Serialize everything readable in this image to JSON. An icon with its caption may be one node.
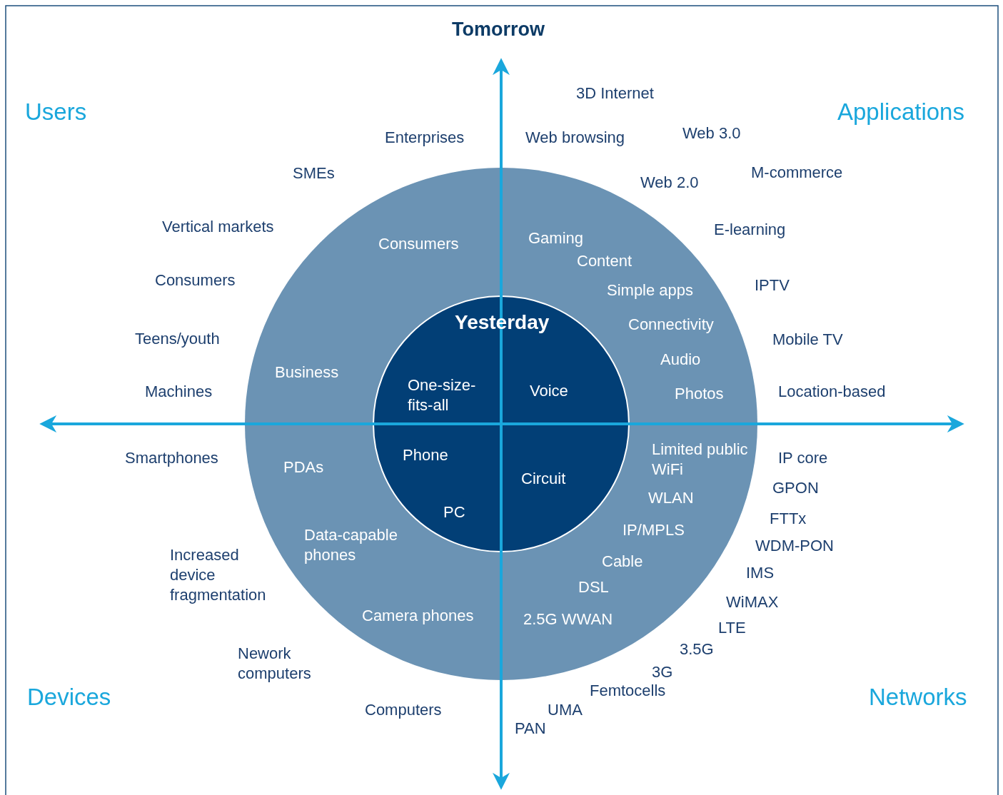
{
  "diagram": {
    "nodes": [
      {
        "text": [
          "Consumers",
          "Gaming",
          "Content",
          "Simple apps",
          "Connectivity",
          "Audio",
          "Business",
          "Photos",
          "PDAs",
          "Limited public WiFi",
          "WLAN",
          "Data-capable phones",
          "IP/MPLS",
          "Cable",
          "DSL",
          "Camera phones",
          "2.5G WWAN"
        ]
      },
      {
        "text": [
          "Yesterday",
          "One-size-fits-all",
          "Voice",
          "Phone",
          "Circuit",
          "PC"
        ],
        "in": 0
      }
    ],
    "labels": [
      "Tomorrow",
      "3D Internet",
      "Users",
      "Applications",
      "Enterprises",
      "Web browsing",
      "Web 3.0",
      "SMEs",
      "M-commerce",
      "Web 2.0",
      "Vertical markets",
      "E-learning",
      "Consumers",
      "IPTV",
      "Teens/youth",
      "Mobile TV",
      "Machines",
      "Location-based",
      "Smartphones",
      "IP core",
      "GPON",
      "FTTx",
      "WDM-PON",
      "Increased device fragmentation",
      "IMS",
      "WiMAX",
      "LTE",
      "3.5G",
      "Nework computers",
      "3G",
      "Femtocells",
      "Devices",
      "Networks",
      "Computers",
      "UMA",
      "PAN"
    ]
  }
}
